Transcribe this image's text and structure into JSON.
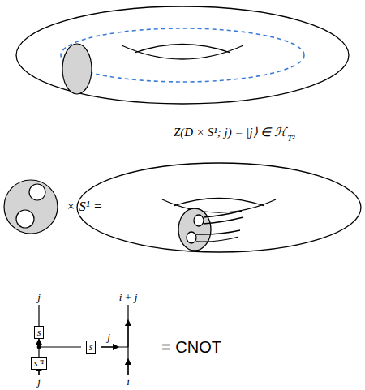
{
  "diagram": {
    "nodes": [
      {
        "text": [
          "s"
        ]
      },
      {
        "text": [
          "s"
        ]
      },
      {
        "text": [
          "s⁻¹"
        ]
      }
    ],
    "edges": [
      {
        "from": 2,
        "to": 0,
        "arrow": "to"
      }
    ],
    "labels": [
      "Z(D × S¹; j) = |j⟩ ∈ ℋ",
      "T²",
      "× S¹ =",
      "j",
      "i + j",
      "j",
      "j",
      "i",
      "= CNOT"
    ]
  }
}
